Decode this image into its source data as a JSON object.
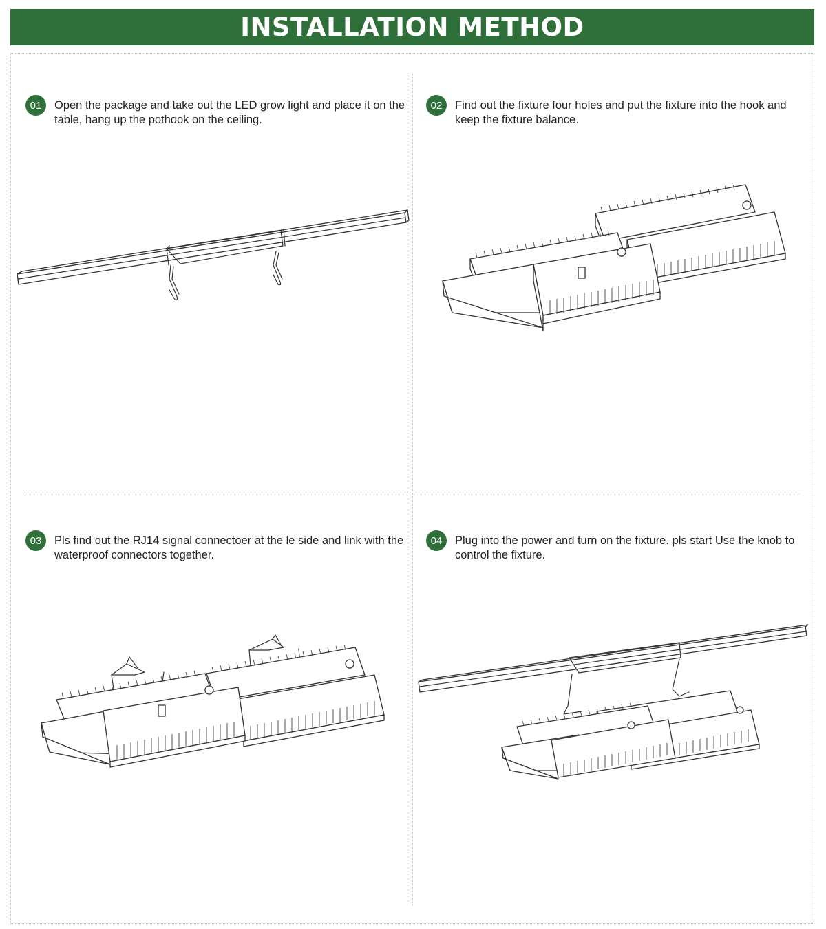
{
  "page": {
    "title": "INSTALLATION METHOD"
  },
  "steps": [
    {
      "number": "01",
      "text": "Open the package and take out the LED grow light  and place it on the table, hang up the pothook on the ceiling."
    },
    {
      "number": "02",
      "text": "Find out the fixture four holes and put the fixture into the hook and keep the fixture balance."
    },
    {
      "number": "03",
      "text": "Pls find out the RJ14 signal connectoer at the le side and link with the waterproof connectors together."
    },
    {
      "number": "04",
      "text": "Plug into the power and turn on the fixture. pls start Use the knob to control the fixture."
    }
  ],
  "colors": {
    "accent": "#2f6f3a",
    "line_art": "#333333",
    "divider": "#bdbdbd"
  },
  "icons": [
    "ceiling-bar-hook-illustration",
    "dual-fixture-illustration",
    "connected-fixtures-illustration",
    "hung-fixture-illustration"
  ]
}
